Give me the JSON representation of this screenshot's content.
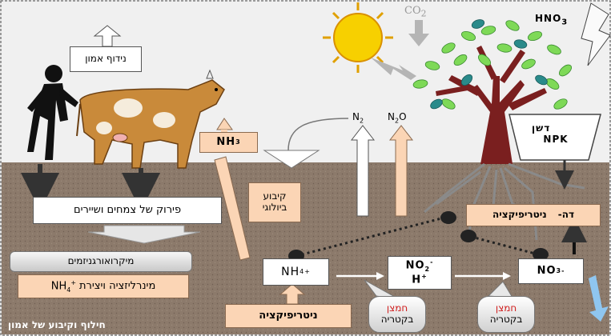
{
  "labels": {
    "ammonia_volatilization": "נידוף אמון",
    "co2": "CO",
    "co2_sub": "2",
    "hno3": "HNO",
    "hno3_sub": "3",
    "n2": "N",
    "n2_sub": "2",
    "n2o": "N",
    "n2o_sub": "2",
    "n2o_o": "O",
    "nh3": "NH",
    "nh3_sub": "3",
    "biological_fixation_1": "קיבוע",
    "biological_fixation_2": "ביולוגי",
    "fertilizer_1": "דשן",
    "fertilizer_2": "NPK",
    "decomposition": "פירוק של צמחים ושיירים",
    "microorganisms": "מיקרואורגניזמים",
    "mineralization_prefix": "מינרליזציה ויצירת",
    "mineralization_nh4": "NH",
    "mineralization_nh4_sub": "4",
    "mineralization_nh4_sup": "+",
    "nh4": "NH",
    "nh4_sub": "4",
    "nh4_sup": "+",
    "no2": "NO",
    "no2_sub": "2",
    "no2_sup": "-",
    "h_plus": "H",
    "h_plus_sup": "+",
    "no3": "NO",
    "no3_sub": "3",
    "no3_sup": "-",
    "denitrification_1": "דה-",
    "denitrification_2": "ניטריפיקציה",
    "nitrification": "ניטריפיקציה",
    "bacteria1_line1": "חמצן",
    "bacteria1_line2": "בקטריה",
    "bacteria2_line1": "חמצן",
    "bacteria2_line2": "בקטריה",
    "caption": "חילוף וקיבוע של אמון"
  },
  "colors": {
    "sky": "#f0f0f0",
    "soil": "#8c7a6b",
    "peach_box": "#fbd5b5",
    "cow": "#c98a3a",
    "sun": "#f7d000",
    "tree_trunk": "#7a1f1f",
    "leaf_green": "#7ed957",
    "leaf_teal": "#2a8a8a",
    "runoff_arrow": "#8fc6f0",
    "bacteria_red": "#d02020"
  }
}
